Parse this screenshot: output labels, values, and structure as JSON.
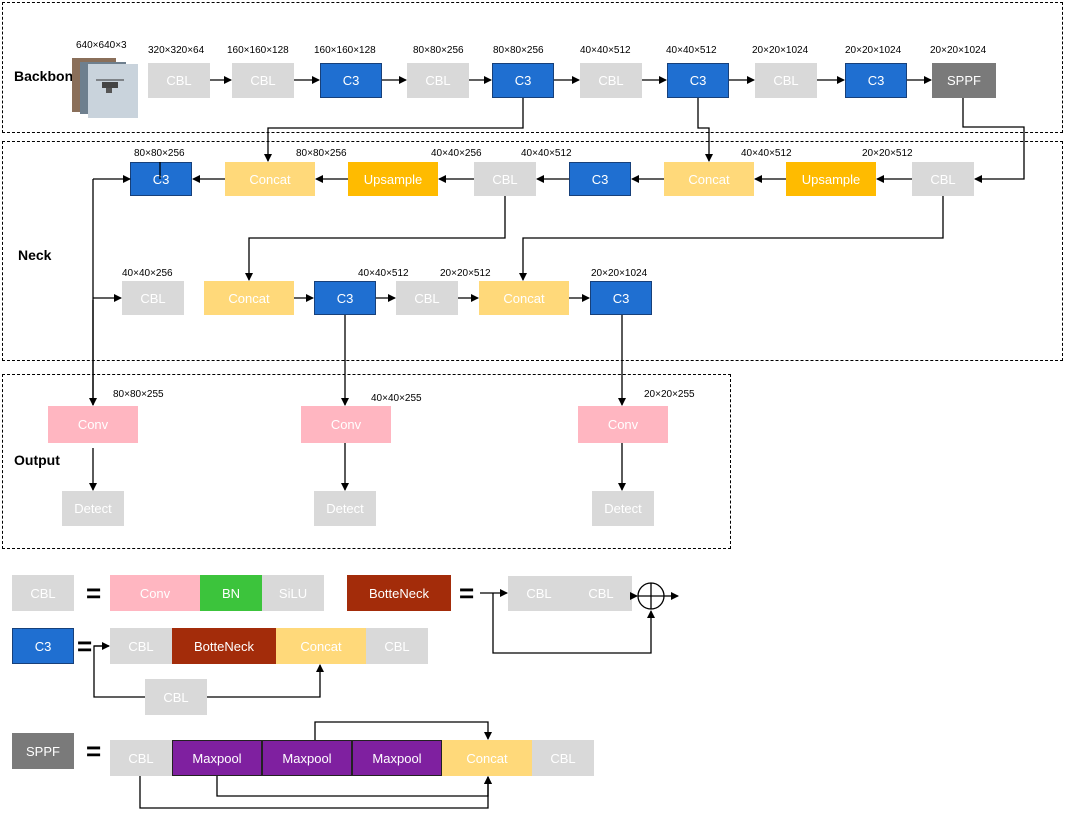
{
  "sections": {
    "backbone": "Backbone",
    "neck": "Neck",
    "output": "Output"
  },
  "input_dim": "640×640×3",
  "backbone": {
    "dims": [
      "320×320×64",
      "160×160×128",
      "160×160×128",
      "80×80×256",
      "80×80×256",
      "40×40×512",
      "40×40×512",
      "20×20×1024",
      "20×20×1024",
      "20×20×1024"
    ],
    "blocks": [
      "CBL",
      "CBL",
      "C3",
      "CBL",
      "C3",
      "CBL",
      "C3",
      "CBL",
      "C3",
      "SPPF"
    ]
  },
  "neck_row1": {
    "dims": [
      "80×80×256",
      "80×80×256",
      "40×40×256",
      "40×40×512",
      "40×40×512",
      "20×20×512"
    ],
    "blocks": [
      "C3",
      "Concat",
      "Upsample",
      "CBL",
      "C3",
      "Concat",
      "Upsample",
      "CBL"
    ]
  },
  "neck_row2": {
    "dims": [
      "40×40×256",
      "40×40×512",
      "20×20×512",
      "20×20×1024"
    ],
    "blocks": [
      "CBL",
      "Concat",
      "C3",
      "CBL",
      "Concat",
      "C3"
    ]
  },
  "output": {
    "dims": [
      "80×80×255",
      "40×40×255",
      "20×20×255"
    ],
    "conv": "Conv",
    "detect": "Detect"
  },
  "legend": {
    "eq": "=",
    "cbl": {
      "name": "CBL",
      "parts": [
        "Conv",
        "BN",
        "SiLU"
      ]
    },
    "bottleneck": {
      "name": "BotteNeck",
      "parts": [
        "CBL",
        "CBL"
      ]
    },
    "c3": {
      "name": "C3",
      "parts": [
        "CBL",
        "BotteNeck",
        "Concat",
        "CBL"
      ],
      "branch": "CBL"
    },
    "sppf": {
      "name": "SPPF",
      "parts": [
        "CBL",
        "Maxpool",
        "Maxpool",
        "Maxpool",
        "Concat",
        "CBL"
      ]
    }
  }
}
